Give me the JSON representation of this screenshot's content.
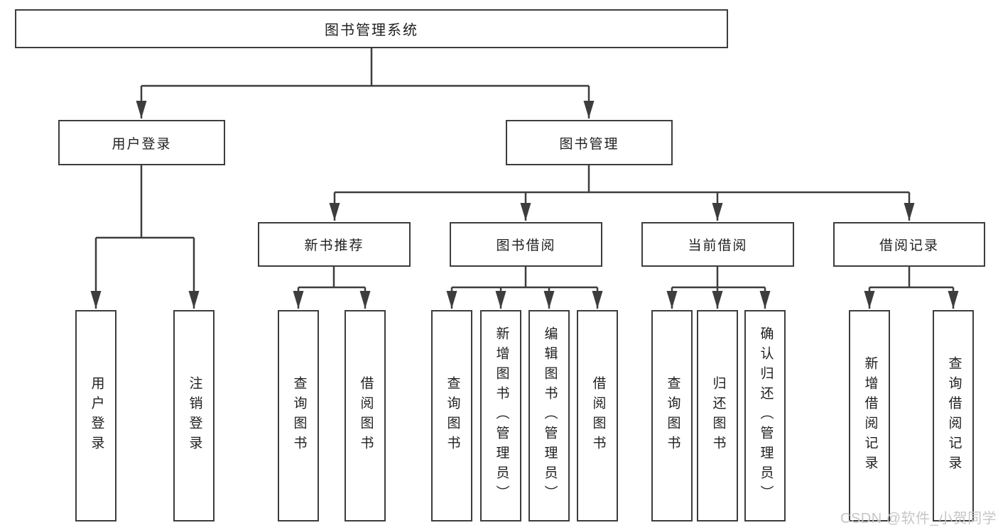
{
  "diagram": {
    "root_label": "图书管理系统",
    "branches": [
      {
        "label": "用户登录",
        "leaves": [
          "用户登录",
          "注销登录"
        ]
      },
      {
        "label": "图书管理",
        "groups": [
          {
            "label": "新书推荐",
            "leaves": [
              "查询图书",
              "借阅图书"
            ]
          },
          {
            "label": "图书借阅",
            "leaves": [
              "查询图书",
              "新增图书（管理员）",
              "编辑图书（管理员）",
              "借阅图书"
            ]
          },
          {
            "label": "当前借阅",
            "leaves": [
              "查询图书",
              "归还图书",
              "确认归还（管理员）"
            ]
          },
          {
            "label": "借阅记录",
            "leaves": [
              "新增借阅记录",
              "查询借阅记录"
            ]
          }
        ]
      }
    ]
  },
  "watermark": "CSDN @软件_小贺同学",
  "colors": {
    "line": "#3d3d3d",
    "text": "#1f1f1f",
    "watermark": "#c6c6c6",
    "background": "#ffffff"
  }
}
